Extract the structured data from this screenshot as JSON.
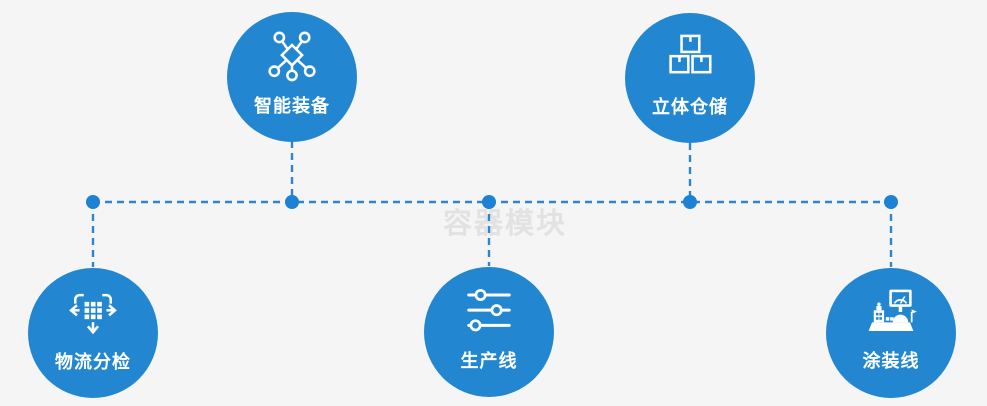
{
  "colors": {
    "background": "#f5f5f6",
    "accent": "#2287d0",
    "line": "#2e86d0",
    "dot": "#1d82d4",
    "label": "#ffffff",
    "watermark": "#e2e2e2"
  },
  "diagram": {
    "watermark": "容器模块",
    "nodes": [
      {
        "label": "智能装备",
        "icon": "network-nodes-icon"
      },
      {
        "label": "立体仓储",
        "icon": "stacked-boxes-icon"
      },
      {
        "label": "物流分检",
        "icon": "sorting-arrows-icon"
      },
      {
        "label": "生产线",
        "icon": "sliders-icon"
      },
      {
        "label": "涂装线",
        "icon": "paint-station-icon"
      }
    ]
  }
}
